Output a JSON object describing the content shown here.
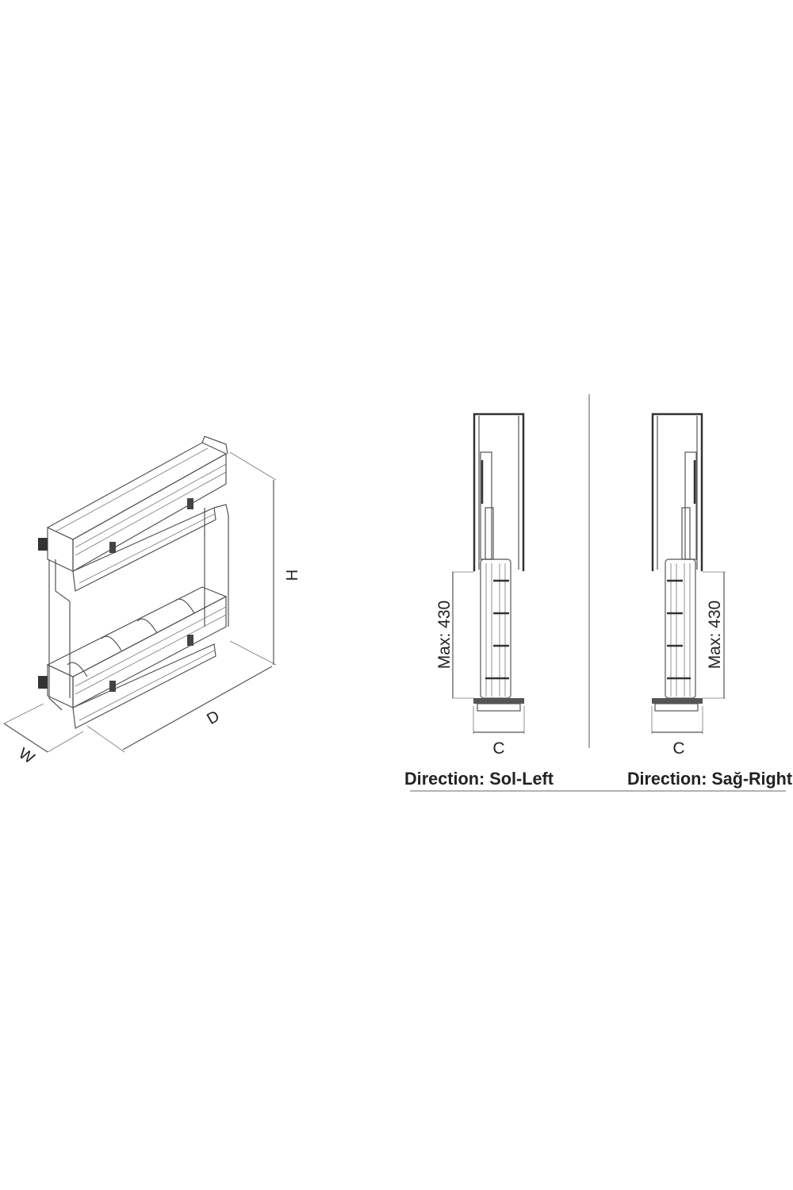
{
  "isometric_view": {
    "dimension_labels": {
      "height": "H",
      "depth": "D",
      "width": "W"
    }
  },
  "left_view": {
    "max_label": "Max: 430",
    "clearance_label": "C",
    "direction_label": "Direction: Sol-Left"
  },
  "right_view": {
    "max_label": "Max: 430",
    "clearance_label": "C",
    "direction_label": "Direction: Sağ-Right"
  },
  "colors": {
    "line": "#555555",
    "cabinet": "#333333",
    "text": "#222222"
  }
}
